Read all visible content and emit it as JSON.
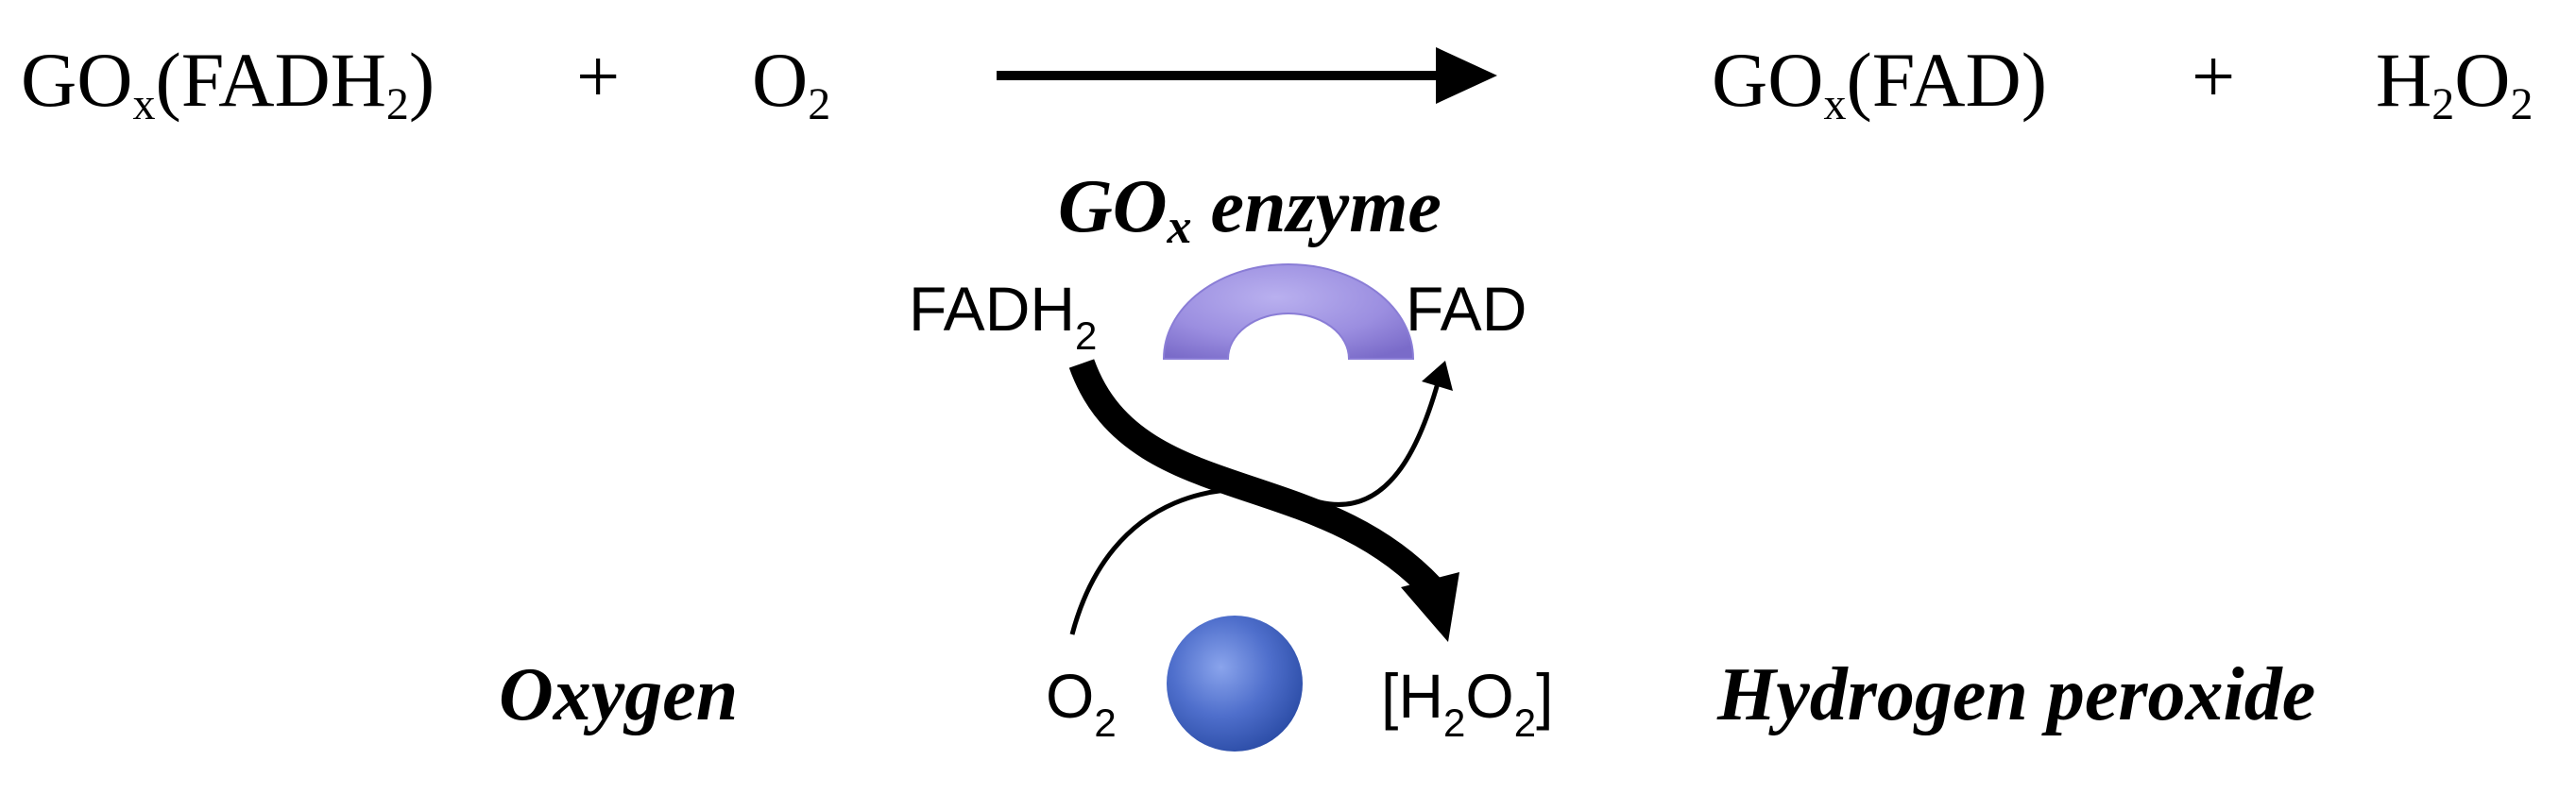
{
  "equation": {
    "reactant1": {
      "base": "GO",
      "sub": "x",
      "rest": "(FADH",
      "sub2": "2",
      "close": ")"
    },
    "plus1": "+",
    "reactant2": {
      "base": "O",
      "sub": "2"
    },
    "product1": {
      "base": "GO",
      "sub": "x",
      "rest": "(FAD)"
    },
    "plus2": "+",
    "product2": {
      "a": "H",
      "sub_a": "2",
      "b": "O",
      "sub_b": "2"
    }
  },
  "mechanism": {
    "enzyme_label": {
      "base": "GO",
      "sub": "x",
      "rest": " enzyme"
    },
    "fadh2": {
      "base": "FADH",
      "sub": "2"
    },
    "fad": "FAD",
    "o2": {
      "base": "O",
      "sub": "2"
    },
    "h2o2": {
      "open": "[H",
      "sub1": "2",
      "mid": "O",
      "sub2": "2",
      "close": "]"
    },
    "oxygen_label": "Oxygen",
    "peroxide_label": "Hydrogen peroxide"
  },
  "colors": {
    "enzyme": "#9b8ee0",
    "enzyme_dark": "#7a6bc9",
    "molecule": "#4f6fcc",
    "molecule_dark": "#2d4ea8",
    "ink": "#000000"
  }
}
